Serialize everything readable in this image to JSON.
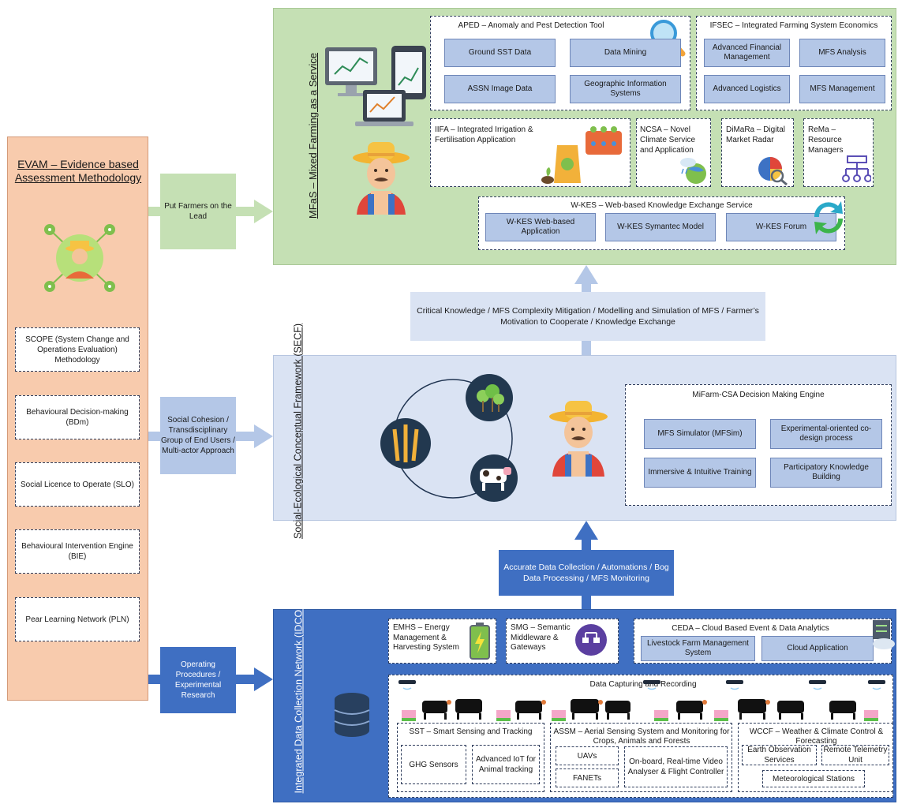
{
  "colors": {
    "green_panel": "#c5e0b4",
    "blue_panel": "#dae3f3",
    "dark_blue": "#3f6fc2",
    "evam": "#f8cbad",
    "cell": "#b4c7e7"
  },
  "evam": {
    "title": "EVAM – Evidence based Assessment Methodology",
    "items": [
      "SCOPE (System Change and Operations Evaluation) Methodology",
      "Behavioural Decision-making (BDm)",
      "Social Licence to Operate (SLO)",
      "Behavioural Intervention Engine (BIE)",
      "Pear Learning Network (PLN)"
    ]
  },
  "links": {
    "farmers_lead": "Put Farmers on the Lead",
    "social": "Social Cohesion / Transdisciplinary Group of End Users / Multi-actor Approach",
    "operating": "Operating Procedures / Experimental Research",
    "critical": "Critical Knowledge / MFS Complexity Mitigation / Modelling and Simulation of MFS / Farmer’s Motivation to Cooperate / Knowledge Exchange",
    "accurate": "Accurate Data Collection / Automations / Bog Data Processing / MFS Monitoring"
  },
  "mfas": {
    "title": "MFaS – Mixed Farming as a Service",
    "aped": {
      "title": "APED – Anomaly and Pest Detection Tool",
      "cells": [
        "Ground SST Data",
        "Data Mining",
        "ASSN Image Data",
        "Geographic Information Systems"
      ]
    },
    "ifsec": {
      "title": "IFSEC – Integrated Farming System Economics",
      "cells": [
        "Advanced Financial Management",
        "MFS Analysis",
        "Advanced Logistics",
        "MFS Management"
      ]
    },
    "iifa": "IIFA – Integrated Irrigation & Fertilisation Application",
    "ncsa": "NCSA – Novel Climate Service and Application",
    "dimara": "DiMaRa – Digital Market Radar",
    "rema": "ReMa – Resource Managers",
    "wkes": {
      "title": "W-KES – Web-based Knowledge Exchange Service",
      "cells": [
        "W-KES Web-based Application",
        "W-KES Symantec Model",
        "W-KES Forum"
      ]
    }
  },
  "secf": {
    "title": "Social-Ecological Conceptual Framework (SECF)",
    "engine": {
      "title": "MiFarm-CSA Decision Making Engine",
      "cells": [
        "MFS Simulator (MFSim)",
        "Experimental-oriented co-design process",
        "Immersive & Intuitive Training",
        "Participatory Knowledge Building"
      ]
    }
  },
  "idcon": {
    "title": "Integrated Data Collection Network (IDCON)",
    "emhs": "EMHS – Energy Management & Harvesting System",
    "smg": "SMG – Semantic Middleware & Gateways",
    "ceda": {
      "title": "CEDA – Cloud Based Event & Data Analytics",
      "cells": [
        "Livestock Farm Management System",
        "Cloud Application"
      ]
    },
    "capture": "Data Capturing and Recording",
    "sst": {
      "title": "SST – Smart Sensing and Tracking",
      "cells": [
        "GHG Sensors",
        "Advanced IoT for Animal tracking"
      ]
    },
    "assm": {
      "title": "ASSM – Aerial Sensing System and Monitoring for Crops, Animals and Forests",
      "cells": [
        "UAVs",
        "FANETs",
        "On-board, Real-time Video Analyser & Flight Controller"
      ]
    },
    "wccf": {
      "title": "WCCF – Weather & Climate Control & Forecasting",
      "cells": [
        "Earth Observation Services",
        "Remote Telemetry Unit",
        "Meteorological Stations"
      ]
    }
  }
}
